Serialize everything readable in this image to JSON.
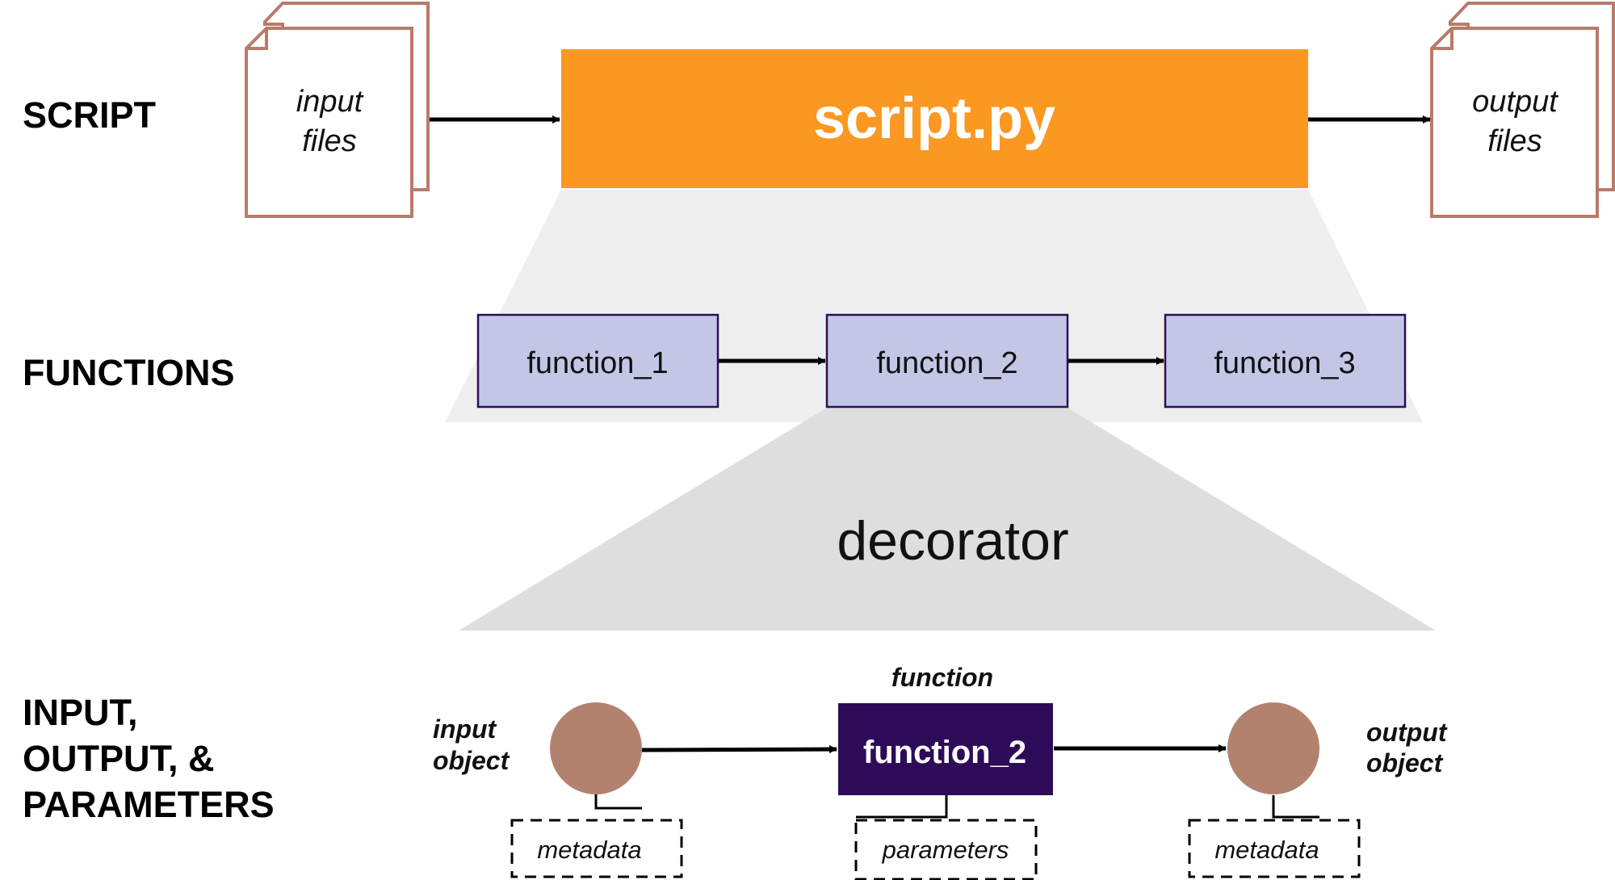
{
  "sections": {
    "script": "SCRIPT",
    "functions": "FUNCTIONS",
    "io_line1": "INPUT,",
    "io_line2": "OUTPUT, &",
    "io_line3": "PARAMETERS"
  },
  "script_row": {
    "input_files_line1": "input",
    "input_files_line2": "files",
    "script_name": "script.py",
    "output_files_line1": "output",
    "output_files_line2": "files"
  },
  "functions_row": {
    "f1": "function_1",
    "f2": "function_2",
    "f3": "function_3"
  },
  "decorator": "decorator",
  "io_row": {
    "input_object_line1": "input",
    "input_object_line2": "object",
    "function_label": "function",
    "function_name": "function_2",
    "output_object_line1": "output",
    "output_object_line2": "object",
    "input_metadata": "metadata",
    "parameters": "parameters",
    "output_metadata": "metadata"
  },
  "colors": {
    "script_box": "#fa9822",
    "function_box": "#c4c6e6",
    "function_border": "#2b0f57",
    "function_2_dark": "#2e0b58",
    "object_circle": "#b2826e",
    "file_border": "#b87b6a",
    "zoom_light": "#eeeeee",
    "zoom_dark": "#dedede"
  }
}
